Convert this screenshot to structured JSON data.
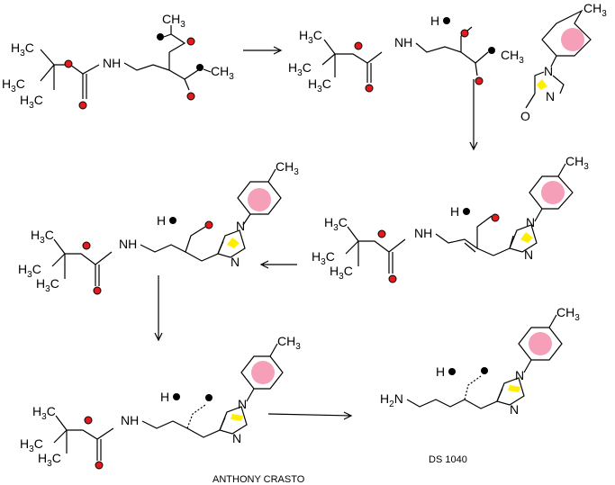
{
  "labels": {
    "ch3": "CH",
    "h3c": "H",
    "three": "3",
    "nh": "NH",
    "n": "N",
    "o": "O",
    "h": "H",
    "h2n": "H",
    "two": "2",
    "nN": "N"
  },
  "captions": {
    "author": "ANTHONY CRASTO",
    "compound": "DS 1040"
  }
}
